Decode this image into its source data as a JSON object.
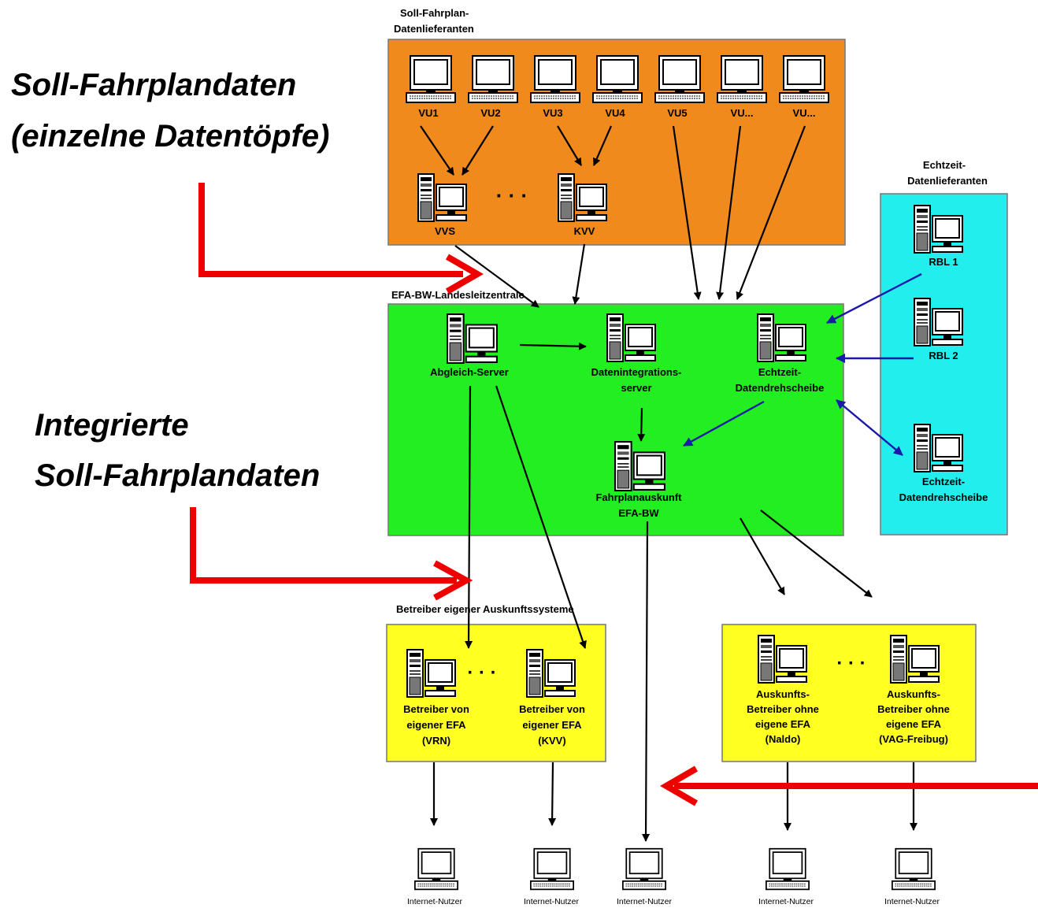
{
  "headers": {
    "soll_line1": "Soll-Fahrplan-",
    "soll_line2": "Datenlieferanten",
    "echtzeit_line1": "Echtzeit-",
    "echtzeit_line2": "Datenlieferanten",
    "zentrale": "EFA-BW-Landesleitzentrale",
    "betreiber": "Betreiber eigener Auskunftssysteme"
  },
  "annotations": {
    "soll_line1": "Soll-Fahrplandaten",
    "soll_line2": "(einzelne Datentöpfe)",
    "integ_line1": "Integrierte",
    "integ_line2": "Soll-Fahrplandaten"
  },
  "vu_terminals": [
    "VU1",
    "VU2",
    "VU3",
    "VU4",
    "VU5",
    "VU...",
    "VU..."
  ],
  "regional_servers": [
    "VVS",
    "KVV"
  ],
  "rbl": [
    "RBL 1",
    "RBL 2"
  ],
  "echtzeit_outside": [
    "Echtzeit-",
    "Datendrehscheibe"
  ],
  "zentrale_nodes": {
    "abgleich": "Abgleich-Server",
    "integration": [
      "Datenintegrations-",
      "server"
    ],
    "echtzeit": [
      "Echtzeit-",
      "Datendrehscheibe"
    ],
    "auskunft": [
      "Fahrplanauskunft",
      "EFA-BW"
    ]
  },
  "betreiber_nodes": [
    [
      "Betreiber von",
      "eigener EFA",
      "(VRN)"
    ],
    [
      "Betreiber von",
      "eigener EFA",
      "(KVV)"
    ]
  ],
  "auskunfts_nodes": [
    [
      "Auskunfts-",
      "Betreiber ohne",
      "eigene EFA",
      "(Naldo)"
    ],
    [
      "Auskunfts-",
      "Betreiber ohne",
      "eigene EFA",
      "(VAG-Freibug)"
    ]
  ],
  "internet_users": [
    "Internet-Nutzer",
    "Internet-Nutzer",
    "Internet-Nutzer",
    "Internet-Nutzer",
    "Internet-Nutzer"
  ],
  "ellipsis": "· · ·",
  "colors": {
    "soll_box": "#f08a1c",
    "zentrale_box": "#22ee22",
    "echtzeit_box": "#22eeee",
    "betreiber_box": "#ffff22",
    "red_arrow": "#ee0000",
    "blue_arrow": "#1a1aaa",
    "black_arrow": "#000000"
  }
}
